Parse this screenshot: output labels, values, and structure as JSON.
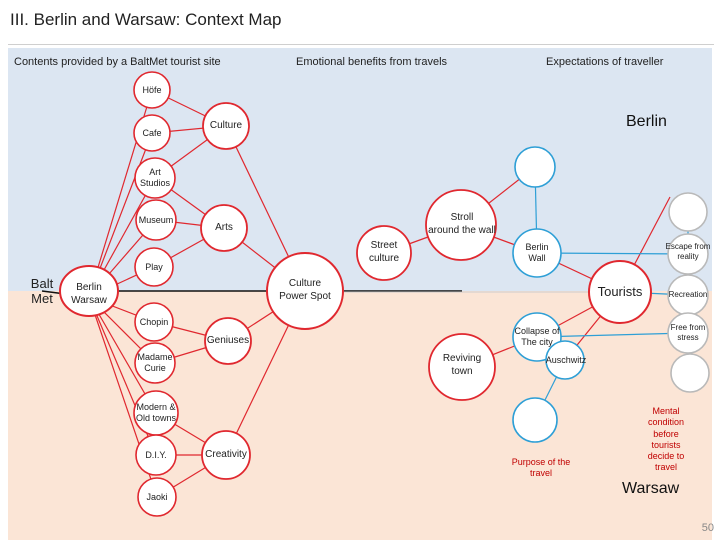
{
  "title": "III. Berlin and Warsaw: Context Map",
  "headers": {
    "contents": "Contents provided by a BaltMet tourist site",
    "emotional": "Emotional benefits from travels",
    "expectations": "Expectations of traveller"
  },
  "cities": {
    "berlin": "Berlin",
    "warsaw": "Warsaw"
  },
  "center": {
    "line1": "Balt",
    "line2": "Met"
  },
  "nodes": {
    "bw_berlin": "Berlin",
    "bw_warsaw": "Warsaw",
    "hofe": "Höfe",
    "cafe": "Cafe",
    "art_studios_1": "Art",
    "art_studios_2": "Studios",
    "museum": "Museum",
    "play": "Play",
    "chopin": "Chopin",
    "madame_curie_1": "Madame",
    "madame_curie_2": "Curie",
    "modern_old_1": "Modern &",
    "modern_old_2": "Old towns",
    "diy": "D.I.Y.",
    "jaoki": "Jaoki",
    "culture": "Culture",
    "arts": "Arts",
    "geniuses": "Geniuses",
    "creativity": "Creativity",
    "culture_power_1": "Culture",
    "culture_power_2": "Power Spot",
    "street_culture_1": "Street",
    "street_culture_2": "culture",
    "stroll_1": "Stroll",
    "stroll_2": "around the wall",
    "reviving_1": "Reviving",
    "reviving_2": "town",
    "tourists": "Tourists",
    "berlin_wall_1": "Berlin",
    "berlin_wall_2": "Wall",
    "collapse_1": "Collapse of",
    "collapse_2": "The city",
    "auschwitz": "Auschwitz",
    "escape_1": "Escape from",
    "escape_2": "reality",
    "recreation": "Recreation",
    "free_stress_1": "Free from",
    "free_stress_2": "stress",
    "purpose_1": "Purpose of the",
    "purpose_2": "travel",
    "mental_1": "Mental",
    "mental_2": "condition",
    "mental_3": "before",
    "mental_4": "tourists",
    "mental_5": "decide to",
    "mental_6": "travel"
  },
  "colors": {
    "red": "#e0282f",
    "blue": "#2e9fd6",
    "black": "#111111",
    "band_top": "#dce6f2",
    "band_bottom": "#fbe5d6",
    "gray_circle": "#b9b9b9"
  },
  "page_number": "50"
}
